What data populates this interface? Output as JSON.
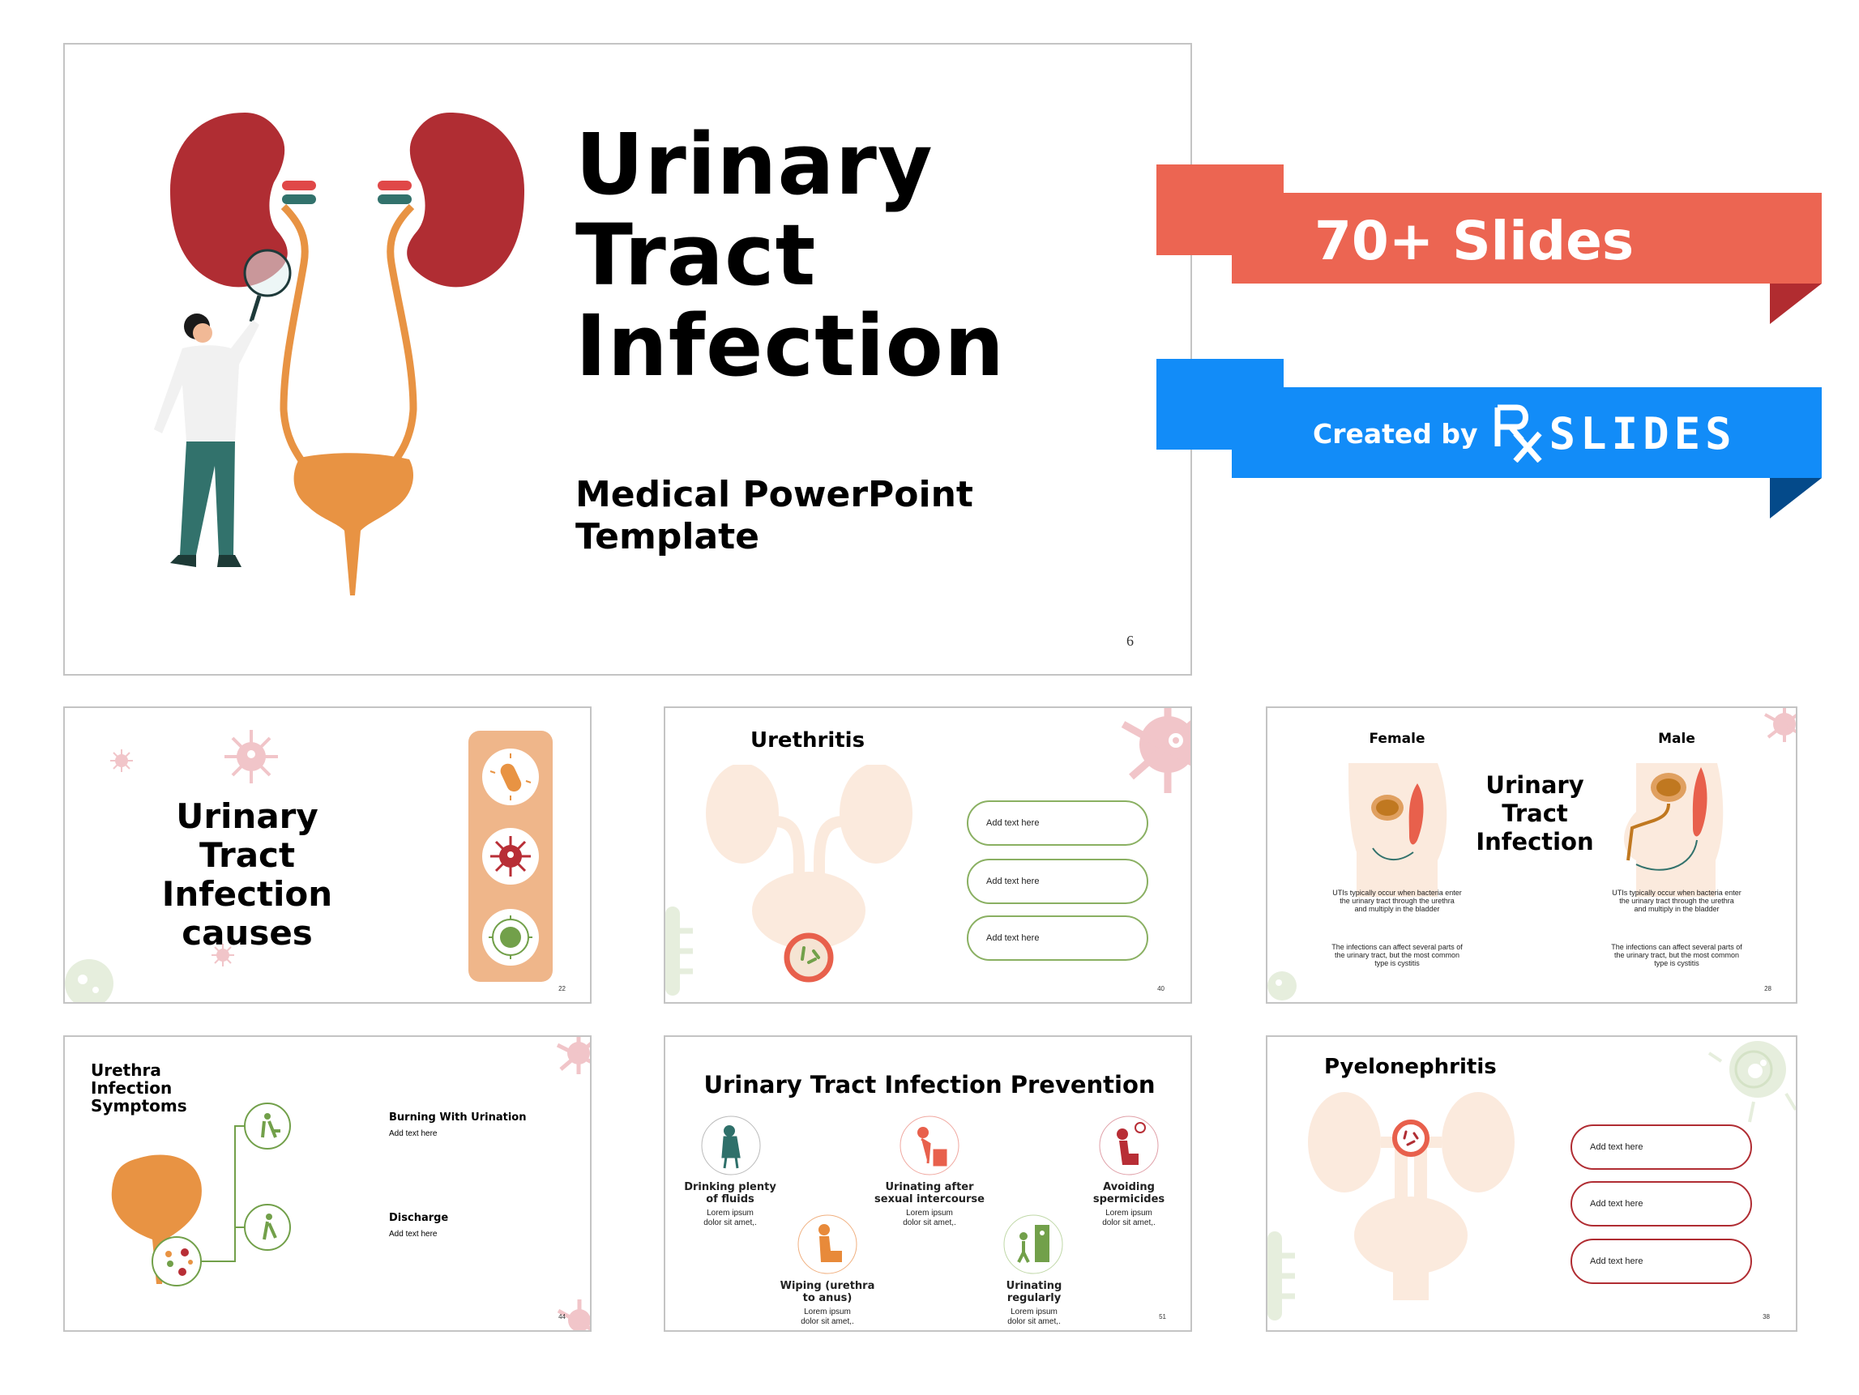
{
  "colors": {
    "ribbon_red": "#ec6552",
    "ribbon_red_dark": "#b12c30",
    "ribbon_blue": "#128cf8",
    "ribbon_blue_dark": "#044a8a",
    "kidney_red": "#b02d33",
    "ureter_orange": "#e89343",
    "teal": "#32726c",
    "pale_peach": "#fbeadd",
    "virus_pink": "#f1c5c9",
    "green": "#72a04a",
    "pill_red_border": "#b02d33"
  },
  "main_slide": {
    "title_lines": [
      "Urinary",
      "Tract",
      "Infection"
    ],
    "subtitle_lines": [
      "Medical PowerPoint",
      "Template"
    ],
    "page_number": "6"
  },
  "banners": {
    "slides_count": "70+ Slides",
    "created_by": "Created by",
    "brand_rx": "Rx",
    "brand_name": "SLIDES"
  },
  "thumbnails": [
    {
      "id": "causes",
      "title_lines": [
        "Urinary Tract",
        "Infection",
        "causes"
      ],
      "icons": [
        "bacteria-icon",
        "virus-icon",
        "fungus-icon"
      ],
      "page_number": "22"
    },
    {
      "id": "urethritis",
      "title": "Urethritis",
      "pills": [
        "Add text here",
        "Add text here",
        "Add text here"
      ],
      "page_number": "40"
    },
    {
      "id": "female-male",
      "left_label": "Female",
      "right_label": "Male",
      "center_title_lines": [
        "Urinary",
        "Tract",
        "Infection"
      ],
      "left_text_1": [
        "UTIs typically occur when bacteria enter",
        "the urinary tract through the urethra",
        "and multiply in the bladder"
      ],
      "left_text_2": [
        "The infections can affect several parts of",
        "the urinary tract, but the most common",
        "type is cystitis"
      ],
      "right_text_1": [
        "UTIs typically occur when bacteria enter",
        "the urinary tract through the urethra",
        "and multiply in the bladder"
      ],
      "right_text_2": [
        "The infections can affect several parts of",
        "the urinary tract, but the most common",
        "type is cystitis"
      ],
      "page_number": "28"
    },
    {
      "id": "symptoms",
      "title_lines": [
        "Urethra",
        "Infection",
        "Symptoms"
      ],
      "items": [
        {
          "heading": "Burning With Urination",
          "text": "Add text here"
        },
        {
          "heading": "Discharge",
          "text": "Add text here"
        }
      ],
      "page_number": "44"
    },
    {
      "id": "prevention",
      "title": "Urinary Tract Infection Prevention",
      "items": [
        {
          "heading_lines": [
            "Drinking plenty",
            "of fluids"
          ],
          "text_lines": [
            "Lorem ipsum",
            "dolor sit amet,."
          ],
          "color": "#2f706a"
        },
        {
          "heading_lines": [
            "Wiping (urethra",
            "to anus)"
          ],
          "text_lines": [
            "Lorem ipsum",
            "dolor sit amet,."
          ],
          "color": "#e88a3a"
        },
        {
          "heading_lines": [
            "Urinating after",
            "sexual intercourse"
          ],
          "text_lines": [
            "Lorem ipsum",
            "dolor sit amet,."
          ],
          "color": "#e8604c"
        },
        {
          "heading_lines": [
            "Urinating",
            "regularly"
          ],
          "text_lines": [
            "Lorem ipsum",
            "dolor sit amet,."
          ],
          "color": "#72a04a"
        },
        {
          "heading_lines": [
            "Avoiding",
            "spermicides"
          ],
          "text_lines": [
            "Lorem ipsum",
            "dolor sit amet,."
          ],
          "color": "#b82e36"
        }
      ],
      "page_number": "51"
    },
    {
      "id": "pyelonephritis",
      "title": "Pyelonephritis",
      "pills": [
        "Add text here",
        "Add text here",
        "Add text here"
      ],
      "page_number": "38"
    }
  ]
}
